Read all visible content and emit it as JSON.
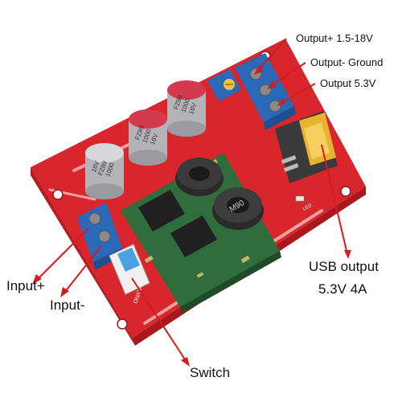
{
  "labels": {
    "output_plus": "Output+ 1.5-18V",
    "output_minus": "Output- Ground",
    "output_53": "Output 5.3V",
    "input_plus": "Input+",
    "input_minus": "Input-",
    "usb_line1": "USB output",
    "usb_line2": "5.3V 4A",
    "switch": "Switch"
  },
  "capacitors": [
    {
      "brand": "FZ89",
      "cap": "1000",
      "volt": "16V"
    },
    {
      "brand": "FZ89",
      "cap": "1000",
      "volt": "16V"
    },
    {
      "brand": "FZ89",
      "cap": "1000",
      "volt": "16V"
    }
  ],
  "board": {
    "inductor_code": "M90",
    "led_label": "LED",
    "switch_label": "ON/OFF"
  },
  "colors": {
    "board": "#d8262c",
    "board_dark": "#b71d22",
    "module": "#2f6e3c",
    "terminal": "#2a68b8",
    "capacitor": "#b9b9bd",
    "capacitor_top": "#d33a4d",
    "arrow": "#d41c1c"
  }
}
